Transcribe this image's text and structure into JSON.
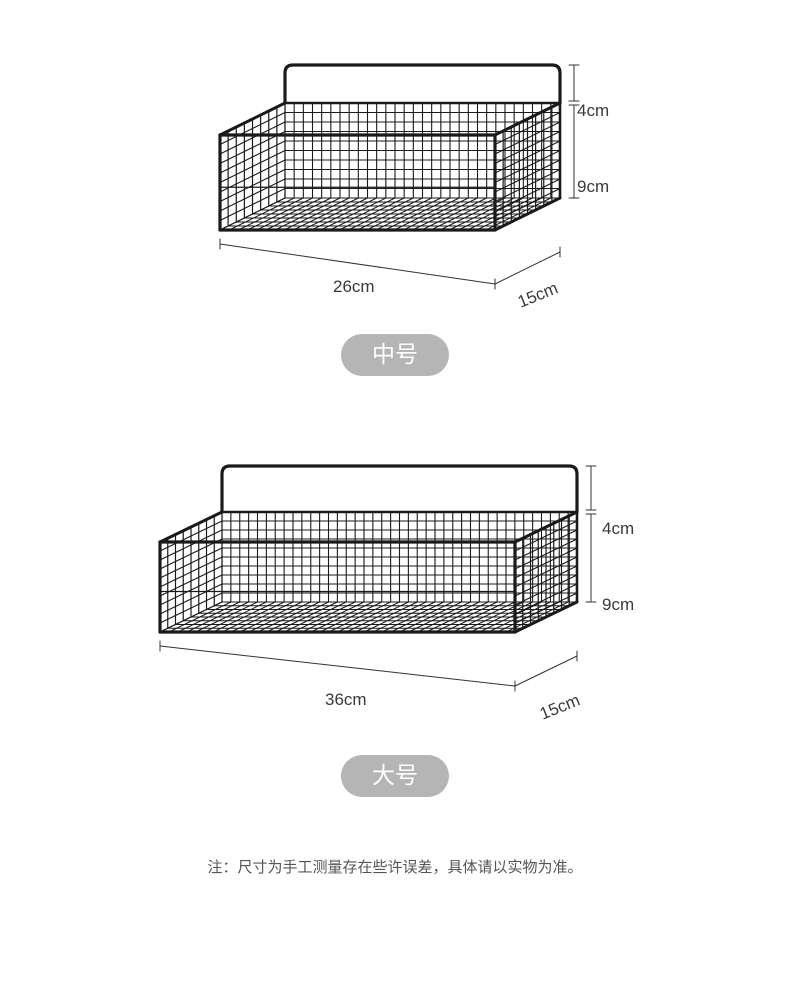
{
  "medium": {
    "size_label": "中号",
    "dims": {
      "back_height": "4cm",
      "front_height": "9cm",
      "length": "26cm",
      "depth": "15cm"
    }
  },
  "large": {
    "size_label": "大号",
    "dims": {
      "back_height": "4cm",
      "front_height": "9cm",
      "length": "36cm",
      "depth": "15cm"
    }
  },
  "note": "注：尺寸为手工测量存在些许误差，具体请以实物为准。",
  "colors": {
    "wire": "#1a1a1a",
    "dimension_line": "#333333",
    "pill_bg": "#b5b5b5",
    "pill_text": "#ffffff"
  }
}
